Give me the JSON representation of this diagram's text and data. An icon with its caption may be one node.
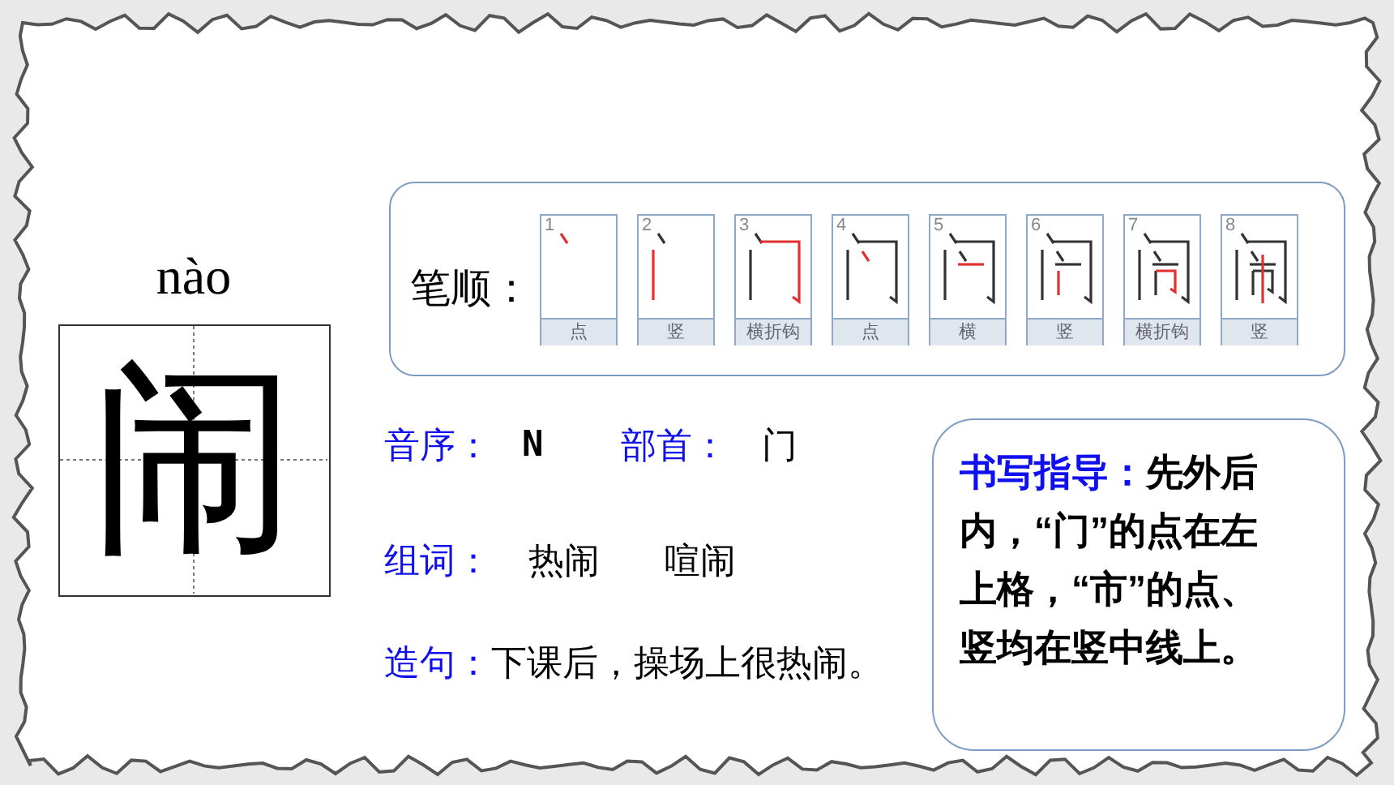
{
  "diagram": {
    "nodes": [
      {
        "text": [
          "nào",
          "闹"
        ]
      },
      {
        "text": [
          "笔顺："
        ]
      },
      {
        "text": [
          "1",
          "点"
        ],
        "in": 1
      },
      {
        "text": [
          "2",
          "竖"
        ],
        "in": 1
      },
      {
        "text": [
          "3",
          "横折钩"
        ],
        "in": 1
      },
      {
        "text": [
          "4",
          "点"
        ],
        "in": 1
      },
      {
        "text": [
          "5",
          "横"
        ],
        "in": 1
      },
      {
        "text": [
          "6",
          "竖"
        ],
        "in": 1
      },
      {
        "text": [
          "7",
          "横折钩"
        ],
        "in": 1
      },
      {
        "text": [
          "8",
          "竖"
        ],
        "in": 1
      },
      {
        "text": [
          "书写指导：",
          "先外后内，“门”的点在左上格，“市”的点、竖均在竖中线上。"
        ]
      }
    ],
    "labels": [
      "音序：",
      "N",
      "部首：",
      "门",
      "组词：",
      "热闹",
      "喧闹",
      "造句：",
      "下课后，操场上很热闹。"
    ]
  }
}
